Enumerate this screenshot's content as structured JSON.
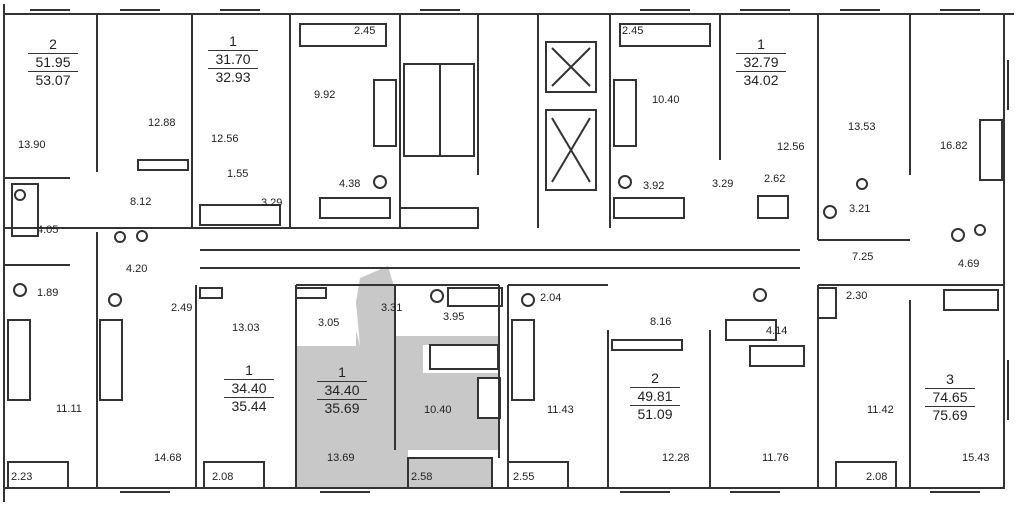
{
  "colors": {
    "wall": "#333333",
    "highlight_apartment": "#c8c8c8",
    "background": "#ffffff"
  },
  "apartments": [
    {
      "id": "a1",
      "rooms": "2",
      "living": "51.95",
      "total": "53.07"
    },
    {
      "id": "a2",
      "rooms": "1",
      "living": "31.70",
      "total": "32.93"
    },
    {
      "id": "a3",
      "rooms": "1",
      "living": "32.79",
      "total": "34.02"
    },
    {
      "id": "a4",
      "rooms": "1",
      "living": "34.40",
      "total": "35.44"
    },
    {
      "id": "a5",
      "rooms": "1",
      "living": "34.40",
      "total": "35.69"
    },
    {
      "id": "a6",
      "rooms": "2",
      "living": "49.81",
      "total": "51.09"
    },
    {
      "id": "a7",
      "rooms": "3",
      "living": "74.65",
      "total": "75.69"
    }
  ],
  "room_areas": [
    "2.45",
    "13.90",
    "12.88",
    "12.56",
    "1.55",
    "9.92",
    "4.38",
    "3.29",
    "8.12",
    "4.05",
    "1.89",
    "2.45",
    "10.40",
    "3.92",
    "3.29",
    "12.56",
    "2.62",
    "13.53",
    "16.82",
    "3.21",
    "7.25",
    "4.69",
    "4.20",
    "2.49",
    "13.03",
    "3.05",
    "3.31",
    "3.95",
    "10.40",
    "13.69",
    "2.58",
    "2.04",
    "8.16",
    "11.43",
    "2.55",
    "12.28",
    "4.14",
    "11.76",
    "2.30",
    "11.42",
    "2.08",
    "15.43",
    "11.11",
    "2.23",
    "14.68",
    "2.08"
  ]
}
